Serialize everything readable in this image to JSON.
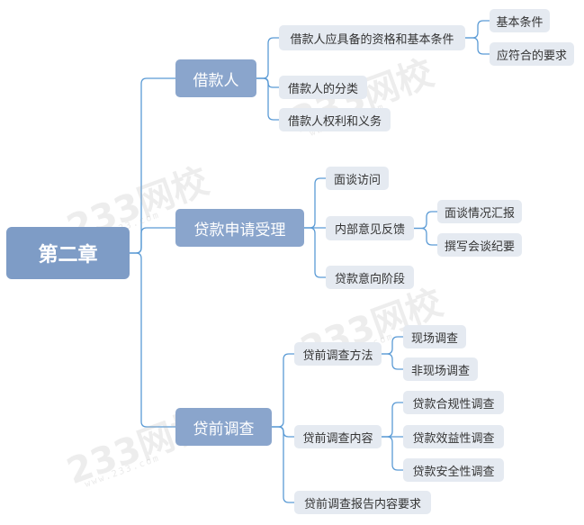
{
  "root": {
    "label": "第二章"
  },
  "branches": [
    {
      "label": "借款人",
      "children": [
        {
          "label": "借款人应具备的资格和基本条件",
          "children": [
            {
              "label": "基本条件"
            },
            {
              "label": "应符合的要求"
            }
          ]
        },
        {
          "label": "借款人的分类"
        },
        {
          "label": "借款人权利和义务"
        }
      ]
    },
    {
      "label": "贷款申请受理",
      "children": [
        {
          "label": "面谈访问"
        },
        {
          "label": "内部意见反馈",
          "children": [
            {
              "label": "面谈情况汇报"
            },
            {
              "label": "撰写会谈纪要"
            }
          ]
        },
        {
          "label": "贷款意向阶段"
        }
      ]
    },
    {
      "label": "贷前调查",
      "children": [
        {
          "label": "贷前调查方法",
          "children": [
            {
              "label": "现场调查"
            },
            {
              "label": "非现场调查"
            }
          ]
        },
        {
          "label": "贷前调查内容",
          "children": [
            {
              "label": "贷款合规性调查"
            },
            {
              "label": "贷款效益性调查"
            },
            {
              "label": "贷款安全性调查"
            }
          ]
        },
        {
          "label": "贷前调查报告内容要求"
        }
      ]
    }
  ],
  "watermark": {
    "brand": "233网校",
    "site": "www.233.com"
  },
  "colors": {
    "root": "#7e9cc6",
    "branch": "#8aa5cc",
    "leaf": "#e5eaf1",
    "line": "#5b9bd5"
  }
}
